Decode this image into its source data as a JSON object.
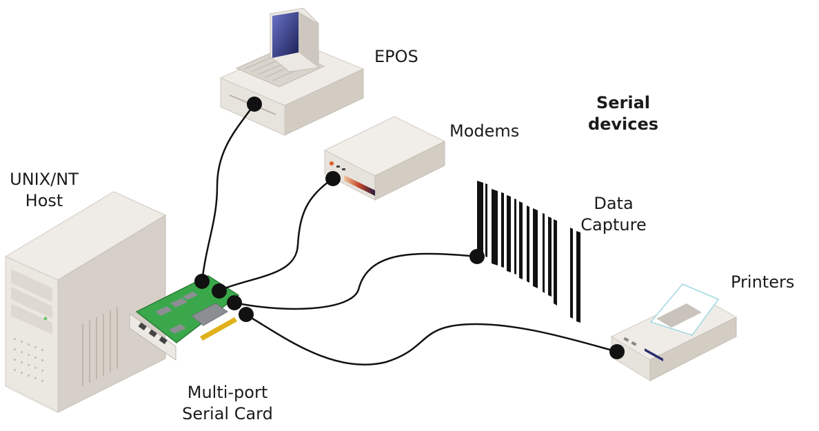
{
  "labels": {
    "epos": "EPOS",
    "modems": "Modems",
    "serial_devices": [
      "Serial",
      "devices"
    ],
    "host": [
      "UNIX/NT",
      "Host"
    ],
    "data_capture": [
      "Data",
      "Capture"
    ],
    "printers": "Printers",
    "serial_card": [
      "Multi-port",
      "Serial Card"
    ]
  },
  "colors": {
    "device_body": "#e9e5df",
    "device_shade": "#c9c3bb",
    "card_pcb": "#3aa84a",
    "card_edge": "#e0b11a",
    "cable": "#111111",
    "screen": "#2a2d6e"
  }
}
